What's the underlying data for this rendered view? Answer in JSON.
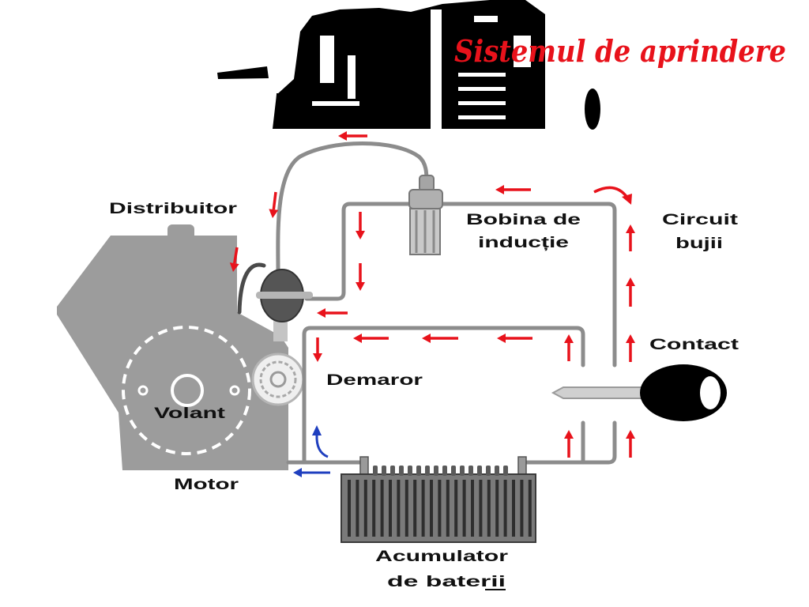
{
  "slide": {
    "title": "Sistemul de aprindere"
  },
  "diagram": {
    "labels": {
      "distribuitor": "Distribuitor",
      "bobina_line1": "Bobina de",
      "bobina_line2": "inducție",
      "circuit_line1": "Circuit",
      "circuit_line2": "bujii",
      "contact": "Contact",
      "demaror": "Demaror",
      "volant": "Volant",
      "motor": "Motor",
      "acumulator_line1": "Acumulator",
      "acumulator_line2": "de baterii"
    },
    "colors": {
      "title": "#e8121b",
      "current_arrow": "#e8121b",
      "starter_arrow": "#1f3fbf",
      "wire": "#8c8c8c",
      "engine_block": "#9c9c9c"
    }
  }
}
